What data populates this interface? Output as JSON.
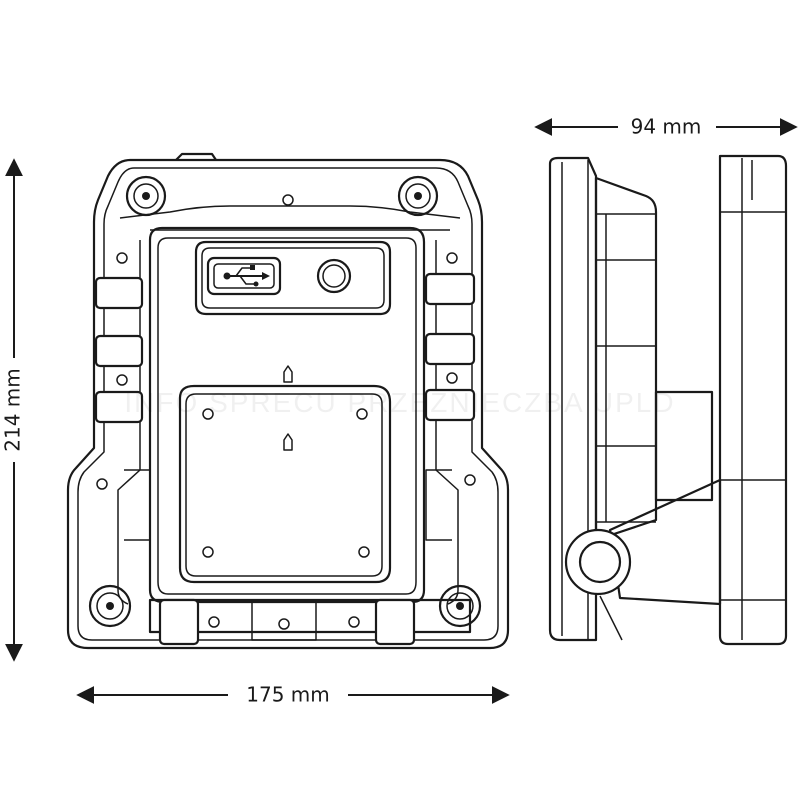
{
  "dimensions": {
    "height": "214 mm",
    "width_front": "175 mm",
    "depth": "94 mm"
  },
  "watermark_text": "INFO SPRECU PRZEZNIECZBA UPLD",
  "colors": {
    "line": "#1a1a1a",
    "background": "#ffffff"
  },
  "icons": {
    "usb_port": "usb-icon",
    "charge_indicator": "charge-port-icon"
  }
}
